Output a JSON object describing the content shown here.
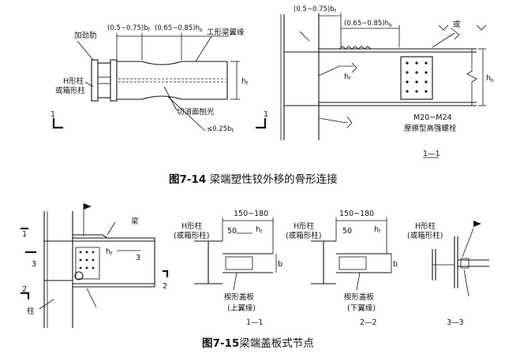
{
  "fig14": {
    "caption_num": "图7-14",
    "caption_text": " 梁端塑性铰外移的骨形连接",
    "stiffener": "加劲肋",
    "dim_a": "(0.5~0.75)b",
    "dim_a_sub": "f",
    "dim_b": "(0.65~0.85)h",
    "dim_b_sub": "b",
    "flange": "工形梁翼缘",
    "col_line1": "H形柱",
    "col_line2": "或箱形柱",
    "hf": "h",
    "hf_sub": "f",
    "cut": "切消面刨光",
    "le": "≤0.25b",
    "le_sub": "f",
    "mark_1": "1",
    "right_dim_a": "(0.5~0.75)b",
    "right_dim_a_sub": "f",
    "right_dim_b": "(0.65~0.85)h",
    "right_dim_b_sub": "b",
    "or": "或",
    "hb": "h",
    "hb_sub": "b",
    "bolt": "M20~M24",
    "bolt_desc": "摩擦型高强螺栓",
    "section": "1—1"
  },
  "fig15": {
    "caption_num": "图7-15",
    "caption_text": "梁端盖板式节点",
    "beam": "梁",
    "col": "柱",
    "hf": "h",
    "hf_sub": "f",
    "mark_1": "1",
    "mark_2": "2",
    "mark_3": "3",
    "dim_150": "150~180",
    "dim_50": "50",
    "col_a1": "H形柱",
    "col_a2": "(或箱形柱)",
    "col_b1": "H形柱",
    "col_b2": "(或箱形柱)",
    "col_c1": "H形柱",
    "col_c2": "(或箱形柱)",
    "plate": "楔形盖板",
    "upper": "(上翼缘)",
    "lower": "(下翼缘)",
    "b": "b",
    "sec1": "1—1",
    "sec2": "2—2",
    "sec3": "3—3"
  }
}
